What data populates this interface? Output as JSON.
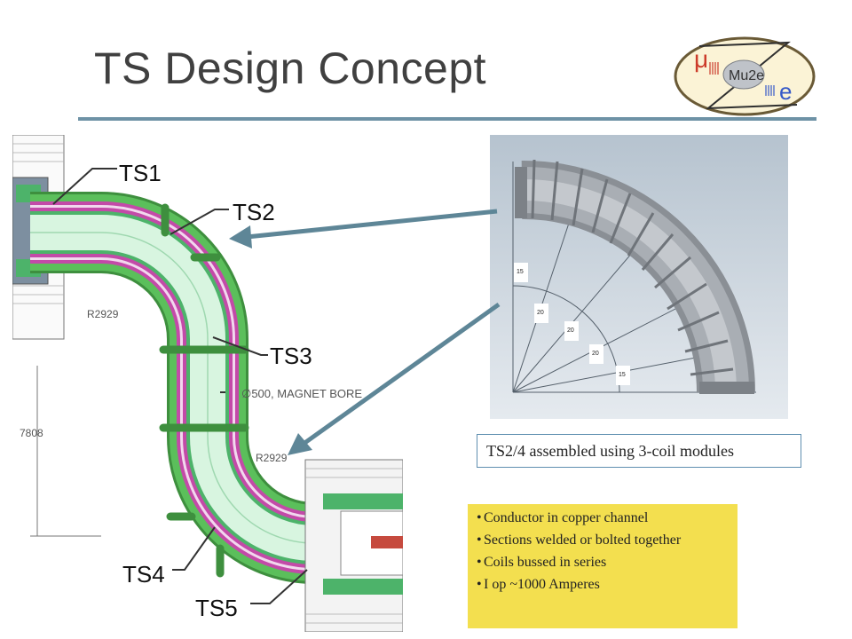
{
  "slide": {
    "title": "TS Design Concept",
    "accent_color": "#6e92a6"
  },
  "logo": {
    "symbol_mu": "μ",
    "text": "Mu2e",
    "symbol_e": "e"
  },
  "drawing": {
    "section_labels": [
      "TS1",
      "TS2",
      "TS3",
      "TS4",
      "TS5"
    ],
    "radius_label_upper": "R2929",
    "radius_label_lower": "R2929",
    "bore_label": "∅500, MAGNET BORE",
    "length_label": "7808"
  },
  "render": {
    "angle_labels": [
      "15",
      "20",
      "20",
      "20",
      "15"
    ]
  },
  "caption": "TS2/4 assembled using 3-coil modules",
  "notes": {
    "bullet_symbol": "•",
    "items": [
      "Conductor in copper channel",
      "Sections welded or bolted together",
      "Coils bussed in series",
      "I op ~1000 Amperes"
    ]
  }
}
